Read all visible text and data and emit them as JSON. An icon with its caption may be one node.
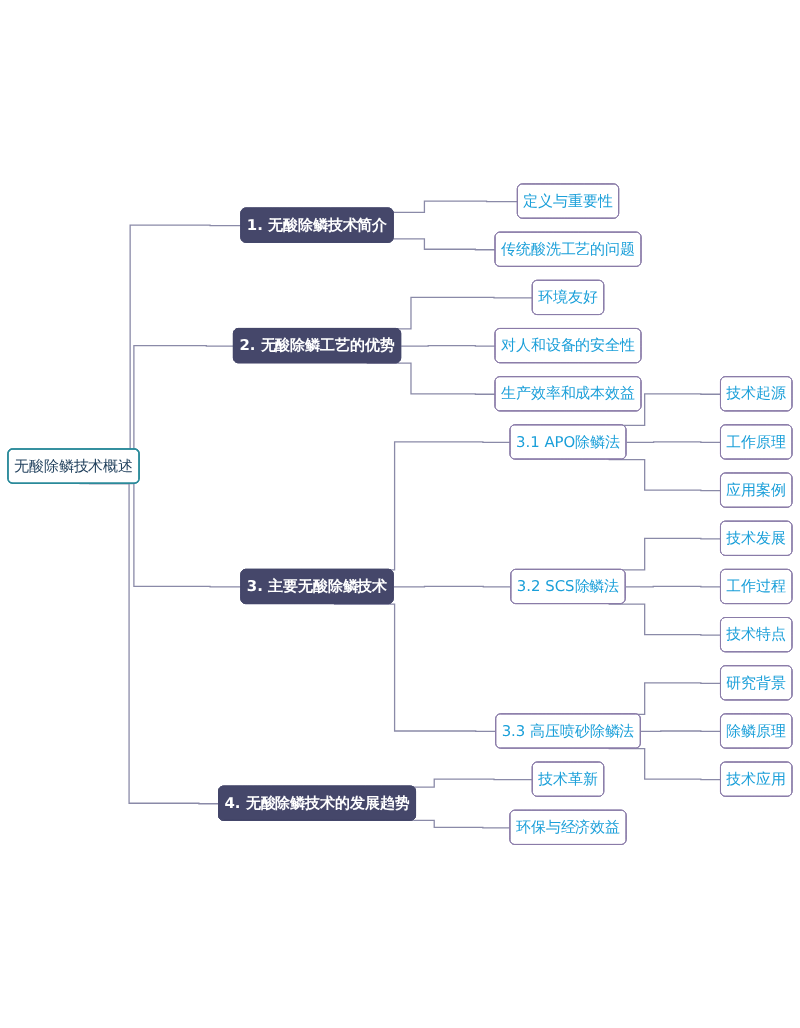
{
  "diagram": {
    "nodes": [
      {
        "text": [
          "无酸除鳞技术概述"
        ]
      },
      {
        "text": [
          "1. 无酸除鳞技术简介"
        ]
      },
      {
        "text": [
          "定义与重要性"
        ]
      },
      {
        "text": [
          "传统酸洗工艺的问题"
        ]
      },
      {
        "text": [
          "2. 无酸除鳞工艺的优势"
        ]
      },
      {
        "text": [
          "环境友好"
        ]
      },
      {
        "text": [
          "对人和设备的安全性"
        ]
      },
      {
        "text": [
          "生产效率和成本效益"
        ]
      },
      {
        "text": [
          "3. 主要无酸除鳞技术"
        ]
      },
      {
        "text": [
          "3.1 APO除鳞法"
        ]
      },
      {
        "text": [
          "技术起源"
        ]
      },
      {
        "text": [
          "工作原理"
        ]
      },
      {
        "text": [
          "应用案例"
        ]
      },
      {
        "text": [
          "3.2 SCS除鳞法"
        ]
      },
      {
        "text": [
          "技术发展"
        ]
      },
      {
        "text": [
          "工作过程"
        ]
      },
      {
        "text": [
          "技术特点"
        ]
      },
      {
        "text": [
          "3.3 高压喷砂除鳞法"
        ]
      },
      {
        "text": [
          "研究背景"
        ]
      },
      {
        "text": [
          "除鳞原理"
        ]
      },
      {
        "text": [
          "技术应用"
        ]
      },
      {
        "text": [
          "4. 无酸除鳞技术的发展趋势"
        ]
      },
      {
        "text": [
          "技术革新"
        ]
      },
      {
        "text": [
          "环保与经济效益"
        ]
      }
    ],
    "edges": [
      {
        "from": 0,
        "to": 1,
        "arrow": "none"
      },
      {
        "from": 1,
        "to": 2,
        "arrow": "none"
      },
      {
        "from": 1,
        "to": 3,
        "arrow": "none"
      },
      {
        "from": 0,
        "to": 4,
        "arrow": "none"
      },
      {
        "from": 4,
        "to": 5,
        "arrow": "none"
      },
      {
        "from": 4,
        "to": 6,
        "arrow": "none"
      },
      {
        "from": 4,
        "to": 7,
        "arrow": "none"
      },
      {
        "from": 0,
        "to": 8,
        "arrow": "none"
      },
      {
        "from": 8,
        "to": 9,
        "arrow": "none"
      },
      {
        "from": 9,
        "to": 10,
        "arrow": "none"
      },
      {
        "from": 9,
        "to": 11,
        "arrow": "none"
      },
      {
        "from": 9,
        "to": 12,
        "arrow": "none"
      },
      {
        "from": 8,
        "to": 13,
        "arrow": "none"
      },
      {
        "from": 13,
        "to": 14,
        "arrow": "none"
      },
      {
        "from": 13,
        "to": 15,
        "arrow": "none"
      },
      {
        "from": 13,
        "to": 16,
        "arrow": "none"
      },
      {
        "from": 8,
        "to": 17,
        "arrow": "none"
      },
      {
        "from": 17,
        "to": 18,
        "arrow": "none"
      },
      {
        "from": 17,
        "to": 19,
        "arrow": "none"
      },
      {
        "from": 17,
        "to": 20,
        "arrow": "none"
      },
      {
        "from": 0,
        "to": 21,
        "arrow": "none"
      },
      {
        "from": 21,
        "to": 22,
        "arrow": "none"
      },
      {
        "from": 21,
        "to": 23,
        "arrow": "none"
      }
    ]
  }
}
